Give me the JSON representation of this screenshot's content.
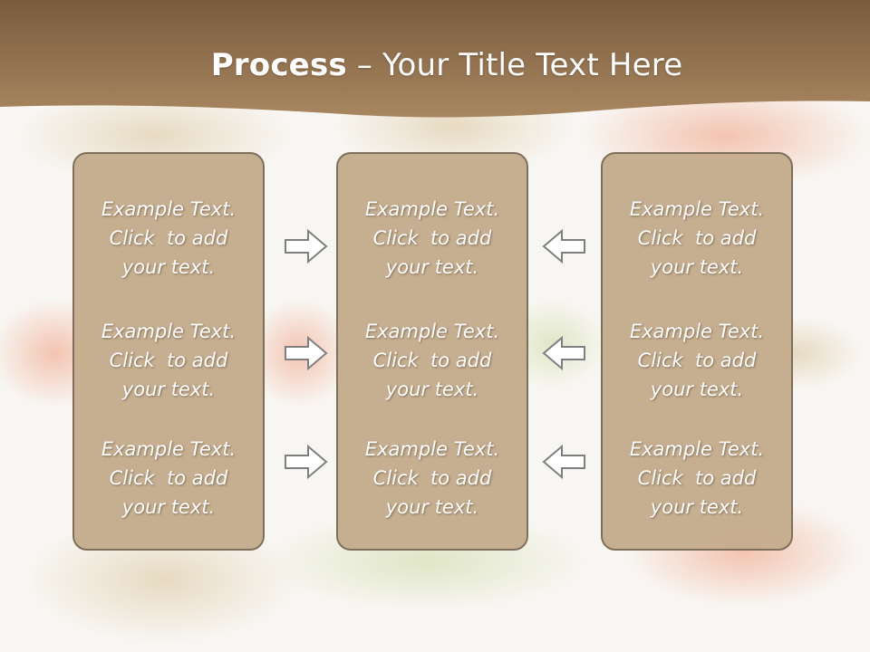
{
  "slide": {
    "title_bold": "Process",
    "title_rest": " – Your Title Text Here"
  },
  "panels": [
    {
      "blocks": [
        {
          "lines": [
            "Example Text.",
            "Click  to add",
            "your text."
          ]
        },
        {
          "lines": [
            "Example Text.",
            "Click  to add",
            "your text."
          ]
        },
        {
          "lines": [
            "Example Text.",
            "Click  to add",
            "your text."
          ]
        }
      ]
    },
    {
      "blocks": [
        {
          "lines": [
            "Example Text.",
            "Click  to add",
            "your text."
          ]
        },
        {
          "lines": [
            "Example Text.",
            "Click  to add",
            "your text."
          ]
        },
        {
          "lines": [
            "Example Text.",
            "Click  to add",
            "your text."
          ]
        }
      ]
    },
    {
      "blocks": [
        {
          "lines": [
            "Example Text.",
            "Click  to add",
            "your text."
          ]
        },
        {
          "lines": [
            "Example Text.",
            "Click  to add",
            "your text."
          ]
        },
        {
          "lines": [
            "Example Text.",
            "Click  to add",
            "your text."
          ]
        }
      ]
    }
  ],
  "arrows": {
    "left_column": [
      "arrow-right-icon",
      "arrow-right-icon",
      "arrow-right-icon"
    ],
    "right_column": [
      "arrow-left-icon",
      "arrow-left-icon",
      "arrow-left-icon"
    ]
  },
  "colors": {
    "header_brown": "#8f6f4d",
    "panel_fill": "#c5ad8e",
    "panel_border": "#7b6b59",
    "text": "#ffffff"
  }
}
